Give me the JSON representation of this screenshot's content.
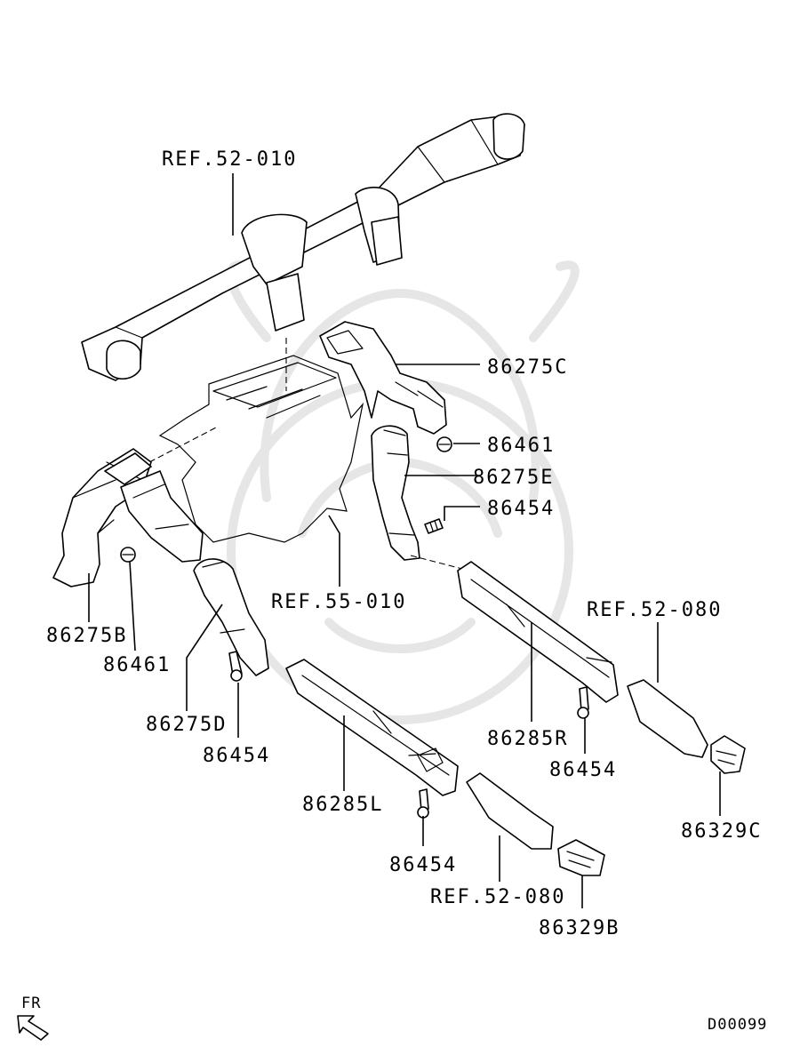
{
  "labels": {
    "ref_52_010": "REF.52-010",
    "p86275C": "86275C",
    "p86461_right": "86461",
    "p86275E": "86275E",
    "p86454_upper": "86454",
    "p86275B": "86275B",
    "p86461_left": "86461",
    "ref_55_010": "REF.55-010",
    "p86275D": "86275D",
    "p86454_left": "86454",
    "ref_52_080_right": "REF.52-080",
    "p86285R": "86285R",
    "p86454_right": "86454",
    "p86285L": "86285L",
    "p86329C": "86329C",
    "p86454_center": "86454",
    "ref_52_080_bottom": "REF.52-080",
    "p86329B": "86329B"
  },
  "orientation": {
    "label": "FR"
  },
  "diagram_code": "D00099"
}
